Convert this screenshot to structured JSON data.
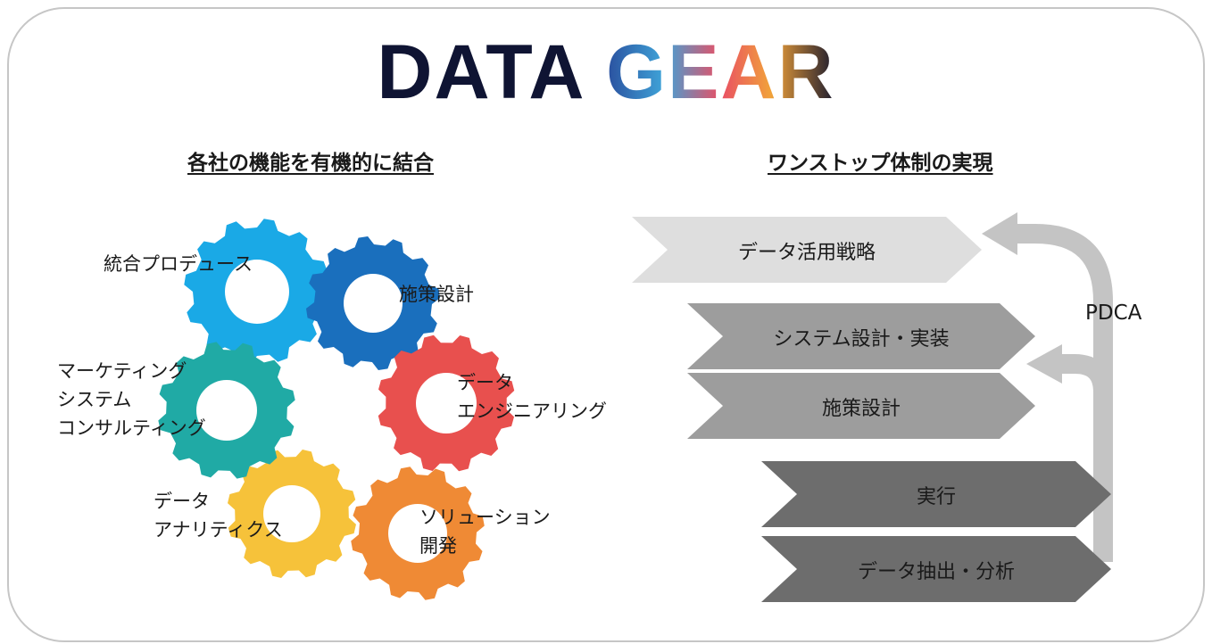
{
  "logo": {
    "part1": "DATA",
    "part2": "GEAR"
  },
  "left": {
    "heading": "各社の機能を有機的に結合",
    "gears": [
      {
        "name": "integrated-produce",
        "color": "#1aa9e6",
        "label": "統合プロデュース"
      },
      {
        "name": "measure-design",
        "color": "#1a6fbd",
        "label": "施策設計"
      },
      {
        "name": "data-engineering",
        "color": "#e8504e",
        "label": "データ\nエンジニアリング"
      },
      {
        "name": "solution-development",
        "color": "#ef8a35",
        "label": "ソリューション\n開発"
      },
      {
        "name": "data-analytics",
        "color": "#f6c23a",
        "label": "データ\nアナリティクス"
      },
      {
        "name": "marketing-system-consulting",
        "color": "#20aaa5",
        "label": "マーケティング\nシステム\nコンサルティング"
      }
    ]
  },
  "right": {
    "heading": "ワンストップ体制の実現",
    "steps": [
      {
        "label": "データ活用戦略",
        "color": "#dedede"
      },
      {
        "label": "システム設計・実装",
        "color": "#9d9d9d"
      },
      {
        "label": "施策設計",
        "color": "#9d9d9d"
      },
      {
        "label": "実行",
        "color": "#6d6d6d"
      },
      {
        "label": "データ抽出・分析",
        "color": "#6d6d6d"
      }
    ],
    "cycle_label": "PDCA",
    "arrow_color": "#c4c4c4"
  }
}
